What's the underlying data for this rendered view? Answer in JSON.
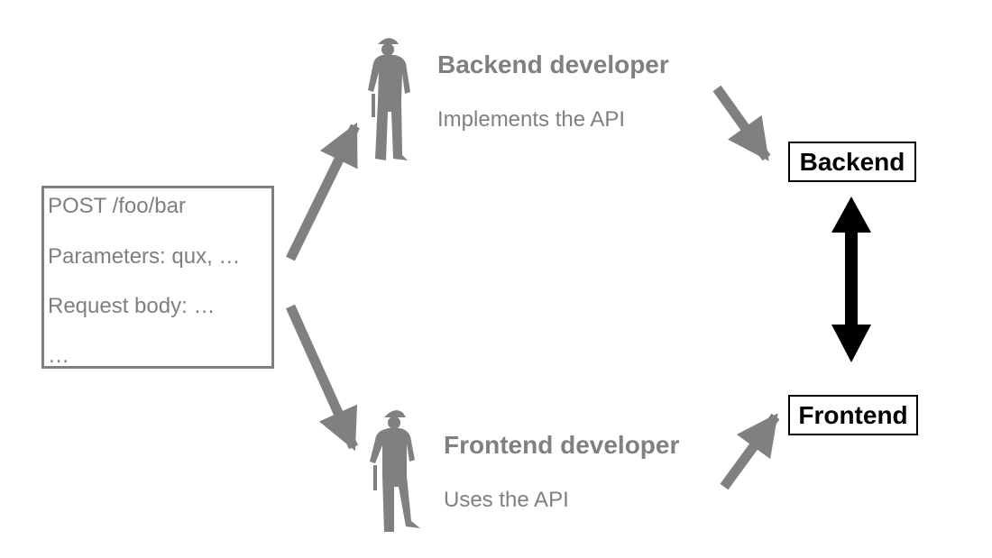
{
  "spec": {
    "lines": [
      "POST /foo/bar",
      "Parameters: qux,  …",
      "Request body: …",
      "…"
    ]
  },
  "backend_dev": {
    "title": "Backend developer",
    "desc": "Implements the API"
  },
  "frontend_dev": {
    "title": "Frontend developer",
    "desc": "Uses the API"
  },
  "tiers": {
    "backend": "Backend",
    "frontend": "Frontend"
  },
  "colors": {
    "gray": "#808080",
    "arrow": "#808080",
    "black": "#000000"
  },
  "icons": {
    "backend_dev": "construction-worker-icon",
    "frontend_dev": "construction-worker-icon"
  }
}
